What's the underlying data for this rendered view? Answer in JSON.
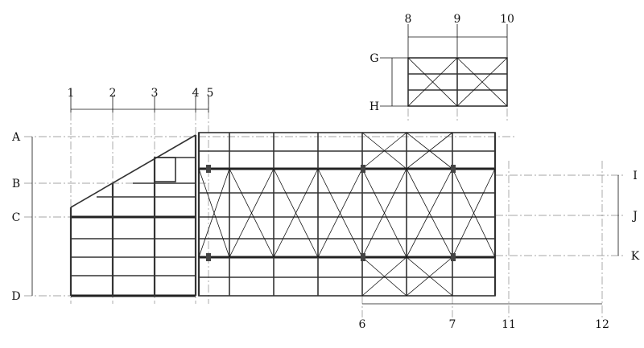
{
  "title": "Steel framing plan",
  "plan_left": {
    "columns": [
      "1",
      "2",
      "3",
      "4",
      "5"
    ],
    "rows": [
      "A",
      "B",
      "C",
      "D"
    ]
  },
  "plan_main": {
    "columns_bottom": [
      "6",
      "7",
      "11",
      "12"
    ],
    "rows_right": [
      "I",
      "J",
      "K"
    ]
  },
  "plan_top": {
    "columns": [
      "8",
      "9",
      "10"
    ],
    "rows": [
      "G",
      "H"
    ]
  }
}
